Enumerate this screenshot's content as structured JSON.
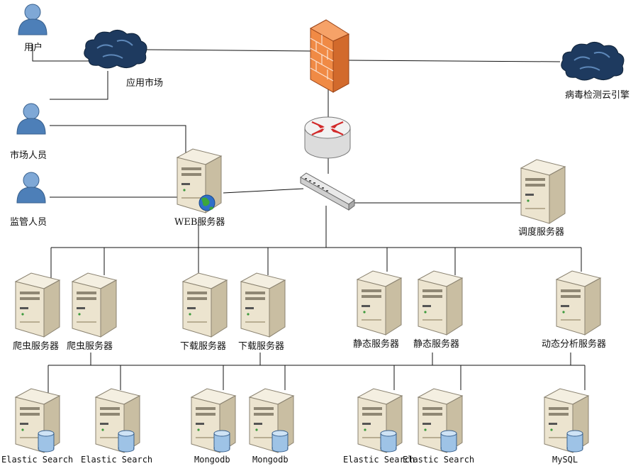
{
  "nodes": {
    "user": "用户",
    "app_market": "应用市场",
    "virus_cloud": "病毒检测云引擎",
    "market_staff": "市场人员",
    "regulator": "监管人员",
    "web_server": "WEB服务器",
    "scheduler": "调度服务器",
    "crawler_1": "爬虫服务器",
    "crawler_2": "爬虫服务器",
    "download_1": "下载服务器",
    "download_2": "下载服务器",
    "static_1": "静态服务器",
    "static_2": "静态服务器",
    "dynamic": "动态分析服务器",
    "es_1": "Elastic Search",
    "es_2": "Elastic Search",
    "mongo_1": "Mongodb",
    "mongo_2": "Mongodb",
    "es_3": "Elastic Search",
    "es_4": "Elastic Search",
    "mysql": "MySQL"
  },
  "colors": {
    "person_body": "#4d7fb8",
    "cloud": "#1e3a5f",
    "firewall": "#e8793a",
    "server": "#ece4cf",
    "db_cylinder": "#9ec3e6"
  },
  "icons": {
    "person": "person-icon",
    "cloud": "cloud-icon",
    "firewall": "firewall-icon",
    "router": "router-icon",
    "switch": "switch-icon",
    "server": "server-icon",
    "database": "database-icon",
    "globe": "globe-icon"
  }
}
